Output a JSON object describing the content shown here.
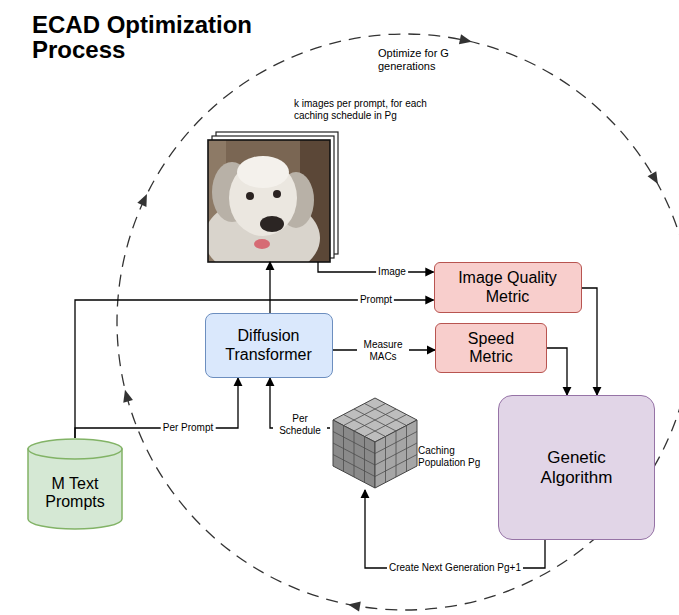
{
  "diagram": {
    "title": "ECAD Optimization Process",
    "nodes": [
      {
        "text": [
          "k images per prompt, for each caching schedule in Pg"
        ]
      },
      {
        "text": [
          "Image Quality Metric"
        ]
      },
      {
        "text": [
          "Diffusion Transformer"
        ]
      },
      {
        "text": [
          "Speed Metric"
        ]
      },
      {
        "text": [
          "Caching Population Pg"
        ]
      },
      {
        "text": [
          "Genetic Algorithm"
        ]
      },
      {
        "text": [
          "M Text Prompts"
        ]
      }
    ],
    "edges": [
      {
        "from": 6,
        "to": 2,
        "label": "Per Prompt",
        "arrow": "to"
      },
      {
        "from": 6,
        "to": 1,
        "label": "Prompt",
        "arrow": "to"
      },
      {
        "from": 4,
        "to": 2,
        "label": "Per Schedule",
        "arrow": "to"
      },
      {
        "from": 2,
        "to": 0,
        "arrow": "to"
      },
      {
        "from": 0,
        "to": 1,
        "label": "Image",
        "arrow": "to"
      },
      {
        "from": 2,
        "to": 3,
        "label": "Measure MACs",
        "arrow": "to"
      },
      {
        "from": 1,
        "to": 5,
        "arrow": "to"
      },
      {
        "from": 3,
        "to": 5,
        "arrow": "to"
      },
      {
        "from": 5,
        "to": 4,
        "label": "Create Next Generation Pg+1",
        "arrow": "to"
      }
    ],
    "labels": [
      "Optimize for G generations"
    ]
  }
}
